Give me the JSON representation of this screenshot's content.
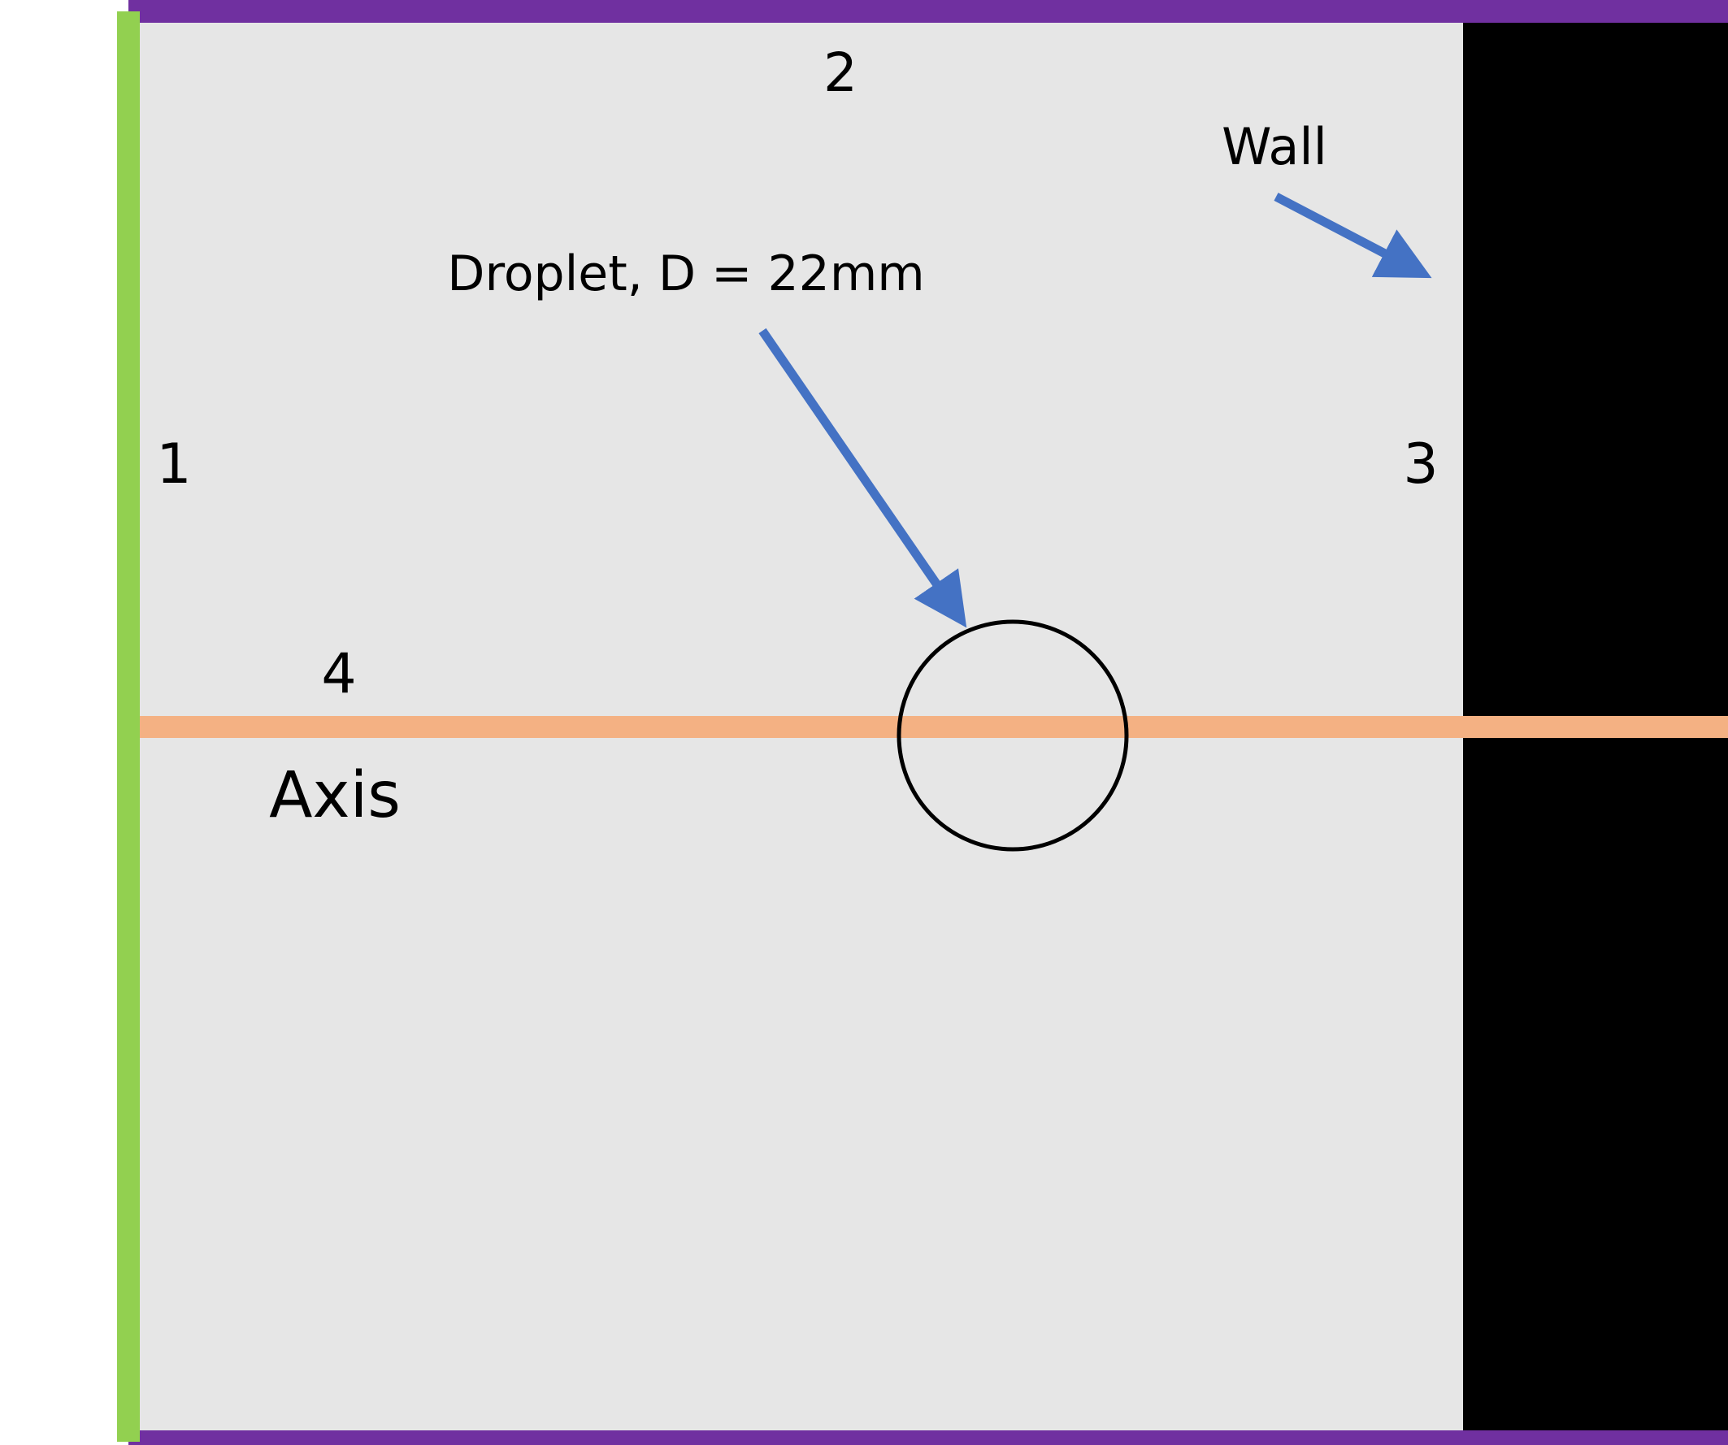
{
  "diagram": {
    "boundary_labels": {
      "left": "1",
      "top": "2",
      "right": "3",
      "axis": "4"
    },
    "wall_label": "Wall",
    "droplet_label": "Droplet, D = 22mm",
    "axis_label": "Axis"
  },
  "colors": {
    "domain_fill": "#e6e6e6",
    "wall_fill": "#000000",
    "left_boundary": "#92d050",
    "top_bottom_boundary": "#7030a0",
    "axis_line": "#f4b183",
    "arrow": "#4472c4",
    "droplet_outline": "#000000"
  }
}
